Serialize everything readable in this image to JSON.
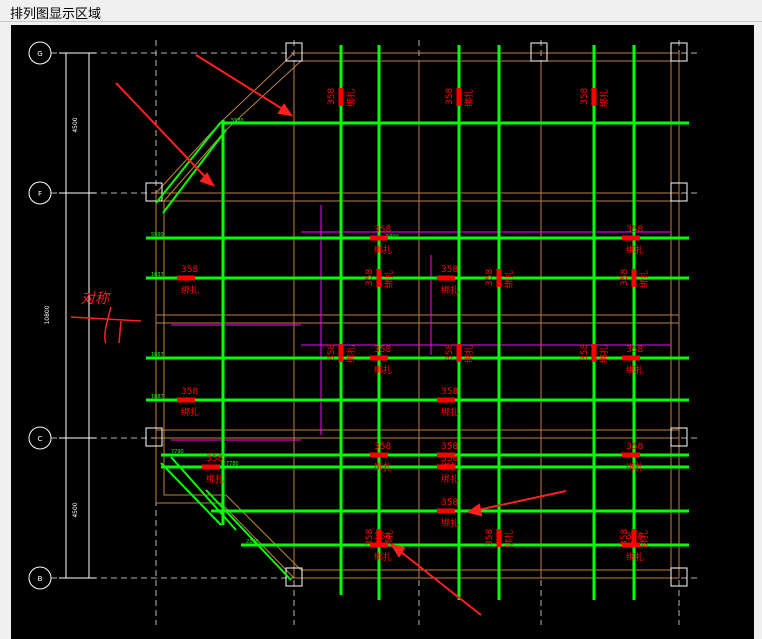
{
  "panel": {
    "title": "排列图显示区域"
  },
  "axes": {
    "labels": [
      "G",
      "F",
      "C",
      "B"
    ],
    "dims": [
      "4500",
      "10800",
      "4500"
    ]
  },
  "annotation": {
    "symmetry": "对称"
  },
  "tags": {
    "bar": "358",
    "tie": "绑扎",
    "nums": [
      "5580",
      "5590",
      "5600",
      "1637",
      "1667",
      "1687",
      "7780",
      "7790",
      "2300"
    ]
  },
  "colors": {
    "background": "#000000",
    "rebar": "#00ff00",
    "mark": "#ff0000",
    "dimension": "#ff00ff",
    "grid": "#ffffff",
    "outline": "#c08040"
  }
}
